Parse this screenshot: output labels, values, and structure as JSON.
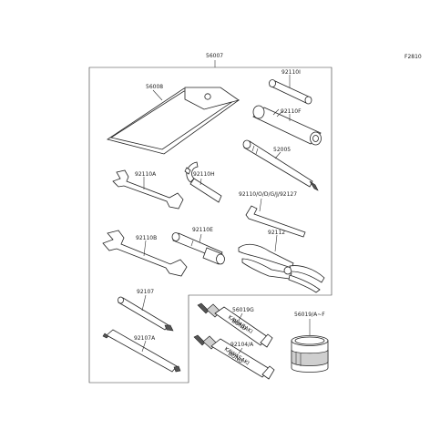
{
  "diagram_code": "F2810",
  "labels": {
    "kit": "56007",
    "pouch": "56008",
    "p92110I": "92110I",
    "p92110F": "92110F",
    "p52005": "52005",
    "p92110A": "92110A",
    "p92110H": "92110H",
    "p92110ODGJ": "92110/O/D/G/J/92127",
    "p92110E": "92110E",
    "p92110B": "92110B",
    "p92112": "92112",
    "p92107": "92107",
    "p92107A": "92107A",
    "p56019G": "56019G",
    "p56019AF": "56019/A~F",
    "p92104A": "92104/A"
  },
  "tube_text": {
    "tube1_line1": "KAWASAKI",
    "tube1_line2": "BOND",
    "tube2_line1": "KAWASAKI",
    "tube2_line2": "BOND"
  }
}
